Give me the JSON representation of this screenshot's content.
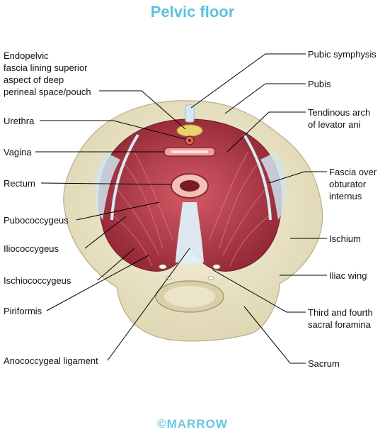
{
  "title": "Pelvic floor",
  "labels_left": {
    "endopelvic": "Endopelvic\nfascia lining superior\naspect of deep\nperineal space/pouch",
    "urethra": "Urethra",
    "vagina": "Vagina",
    "rectum": "Rectum",
    "pubococcygeus": "Pubococcygeus",
    "iliococcygeus": "Iliococcygeus",
    "ischiococcygeus": "Ischiococcygeus",
    "piriformis": "Piriformis",
    "anococcygeal": "Anococcygeal ligament"
  },
  "labels_right": {
    "pubic_symphysis": "Pubic symphysis",
    "pubis": "Pubis",
    "tendinous_arch": "Tendinous arch\nof levator ani",
    "fascia_obturator": "Fascia over\nobturator\ninternus",
    "ischium": "Ischium",
    "iliac_wing": "Iliac wing",
    "sacral_foramina": "Third and fourth\nsacral foramina",
    "sacrum": "Sacrum"
  },
  "logo": "©MARROW",
  "colors": {
    "title": "#5cc2dc",
    "bone": "#ece6c8",
    "muscle": "#b23a48",
    "fascia": "#cfe4ee",
    "leader": "#000000"
  }
}
